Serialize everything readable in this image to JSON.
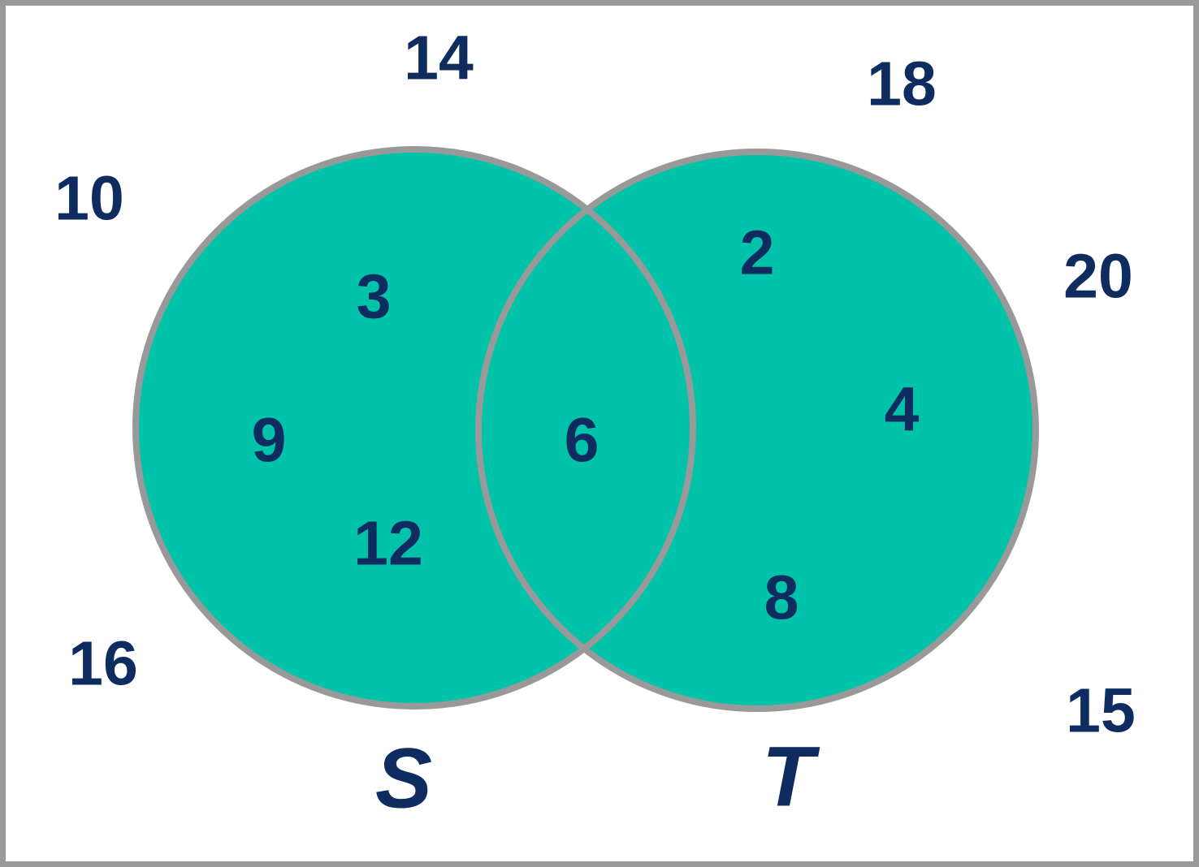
{
  "figure": {
    "type": "venn-diagram-two-sets",
    "colors": {
      "circle_fill": "#00c3aa",
      "circle_stroke": "#999999",
      "text": "#0e2c60",
      "background": "#ffffff",
      "frame": "#999999"
    },
    "sets": {
      "s": {
        "label": "S",
        "only_members": [
          "3",
          "9",
          "12"
        ]
      },
      "t": {
        "label": "T",
        "only_members": [
          "2",
          "4",
          "8"
        ]
      },
      "intersection_members": [
        "6"
      ],
      "outside_members": [
        "14",
        "18",
        "10",
        "20",
        "16",
        "15"
      ]
    }
  }
}
